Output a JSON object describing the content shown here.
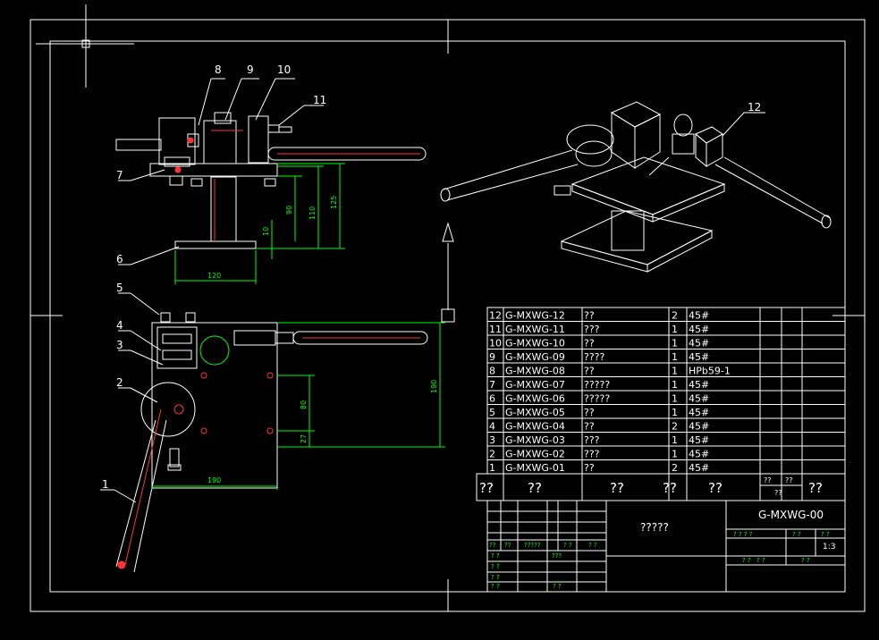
{
  "callouts": [
    "1",
    "2",
    "3",
    "4",
    "5",
    "6",
    "7",
    "8",
    "9",
    "10",
    "11",
    "12"
  ],
  "dimensions": {
    "d90": "90",
    "d110": "110",
    "d125": "125",
    "d10": "10",
    "d120": "120",
    "d80": "80",
    "d27": "27",
    "d190v": "190",
    "d190h": "190"
  },
  "bom": {
    "rows": [
      {
        "no": "12",
        "code": "G-MXWG-12",
        "name": "??",
        "qty": "2",
        "mat": "45#"
      },
      {
        "no": "11",
        "code": "G-MXWG-11",
        "name": "???",
        "qty": "1",
        "mat": "45#"
      },
      {
        "no": "10",
        "code": "G-MXWG-10",
        "name": "??",
        "qty": "1",
        "mat": "45#"
      },
      {
        "no": "9",
        "code": "G-MXWG-09",
        "name": "????",
        "qty": "1",
        "mat": "45#"
      },
      {
        "no": "8",
        "code": "G-MXWG-08",
        "name": "??",
        "qty": "1",
        "mat": "HPb59-1"
      },
      {
        "no": "7",
        "code": "G-MXWG-07",
        "name": "?????",
        "qty": "1",
        "mat": "45#"
      },
      {
        "no": "6",
        "code": "G-MXWG-06",
        "name": "?????",
        "qty": "1",
        "mat": "45#"
      },
      {
        "no": "5",
        "code": "G-MXWG-05",
        "name": "??",
        "qty": "1",
        "mat": "45#"
      },
      {
        "no": "4",
        "code": "G-MXWG-04",
        "name": "??",
        "qty": "2",
        "mat": "45#"
      },
      {
        "no": "3",
        "code": "G-MXWG-03",
        "name": "???",
        "qty": "1",
        "mat": "45#"
      },
      {
        "no": "2",
        "code": "G-MXWG-02",
        "name": "???",
        "qty": "1",
        "mat": "45#"
      },
      {
        "no": "1",
        "code": "G-MXWG-01",
        "name": "??",
        "qty": "2",
        "mat": "45#"
      }
    ],
    "header": {
      "h1": "??",
      "h2": "??",
      "h3": "??",
      "h4": "??",
      "h5": "??",
      "h6a": "??",
      "h6b": "??",
      "h6c": "??",
      "h7": "??"
    }
  },
  "title_block": {
    "name": "?????",
    "code": "G-MXWG-00",
    "scale": "1:3",
    "sig1": "??",
    "sig2": "??",
    "sig3": "?????",
    "sig4": "? ?",
    "sig5": "? ?",
    "sig6": "???",
    "sig7": "? ?",
    "sig8": "? ?",
    "sig9": "? ?",
    "sig10": "? ?",
    "sig11": "? ?",
    "attr1": "? ? ? ?",
    "attr2": "? ?",
    "attr3": "? ?",
    "attr4": "? ?",
    "attr5": "? ?",
    "attr6": "? ?"
  }
}
